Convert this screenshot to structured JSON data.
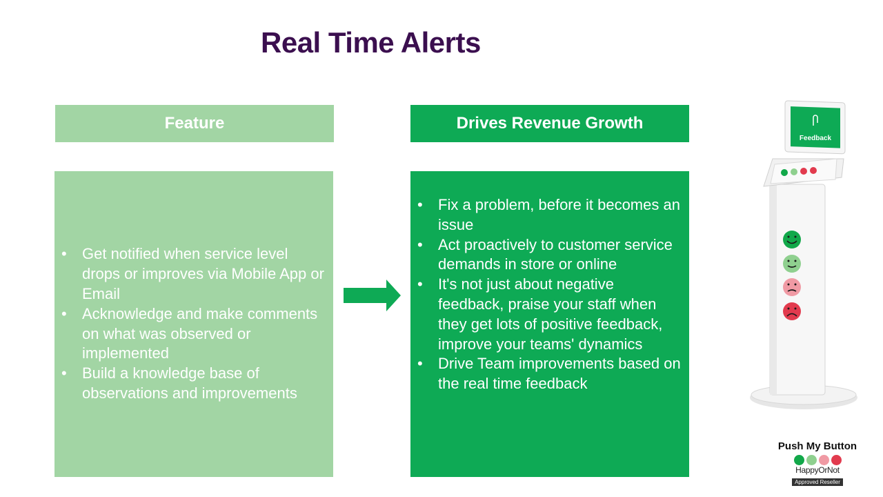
{
  "slide": {
    "title": "Real Time Alerts",
    "feature": {
      "header": "Feature",
      "bullets": [
        "Get notified when service level drops or improves via Mobile App or Email",
        "Acknowledge and make comments on what was observed or implemented",
        "Build a knowledge base of observations and improvements"
      ]
    },
    "drives": {
      "header": "Drives Revenue Growth",
      "bullets": [
        "Fix a problem, before it becomes an issue",
        "Act proactively to customer service demands in store or online",
        "It's not just about negative feedback, praise your staff when they get lots of positive feedback, improve your teams' dynamics",
        "Drive Team improvements based on the real time feedback"
      ]
    },
    "kiosk": {
      "screen_label": "Feedback"
    },
    "branding": {
      "name": "Push My Button",
      "logo_text": "HappyOrNot",
      "badge": "Approved Reseller"
    }
  },
  "colors": {
    "title": "#3b0f4f",
    "light_green": "#a2d5a4",
    "dark_green": "#0eaa55",
    "smiley_very_happy": "#12a84a",
    "smiley_happy": "#8fd08f",
    "smiley_unhappy": "#f09aa4",
    "smiley_very_unhappy": "#e23b4e"
  }
}
